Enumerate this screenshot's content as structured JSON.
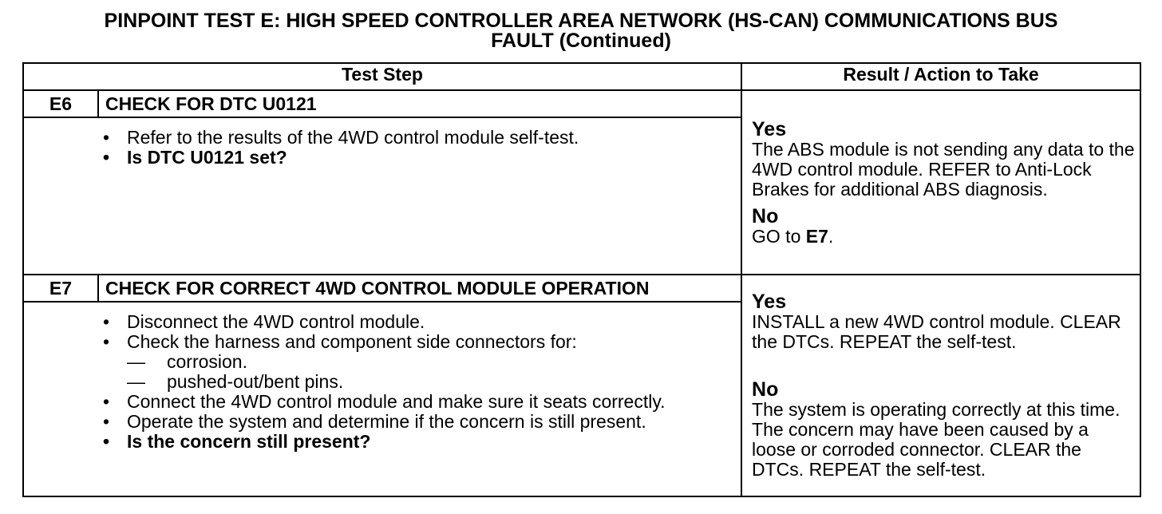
{
  "title": {
    "line1": "PINPOINT TEST  E: HIGH SPEED CONTROLLER AREA NETWORK (HS-CAN) COMMUNICATIONS BUS",
    "line2": "FAULT (Continued)"
  },
  "table": {
    "header": {
      "test_step": "Test Step",
      "result": "Result / Action to Take"
    },
    "steps": [
      {
        "id": "E6",
        "title": "CHECK FOR DTC U0121",
        "items": [
          {
            "text": "Refer to the results of the 4WD control module self-test."
          },
          {
            "text": "Is DTC U0121 set?"
          }
        ],
        "yes_label": "Yes",
        "yes_text": "The ABS module is not sending any data to the 4WD control module. REFER to Anti-Lock Brakes for additional ABS diagnosis.",
        "no_label": "No",
        "no_text_prefix": "GO to ",
        "no_text_ref": "E7",
        "no_text_suffix": "."
      },
      {
        "id": "E7",
        "title": "CHECK FOR CORRECT 4WD CONTROL MODULE OPERATION",
        "items": [
          {
            "text": "Disconnect the 4WD control module."
          },
          {
            "text": "Check the harness and component side connectors for:",
            "subs": [
              "corrosion.",
              "pushed-out/bent pins."
            ]
          },
          {
            "text": "Connect the 4WD control module and make sure it seats correctly."
          },
          {
            "text": "Operate the system and determine if the concern is still present."
          },
          {
            "text": "Is the concern still present?"
          }
        ],
        "yes_label": "Yes",
        "yes_text": "INSTALL a new 4WD control module. CLEAR the DTCs. REPEAT the self-test.",
        "no_label": "No",
        "no_text": "The system is operating correctly at this time. The concern may have been caused by a loose or corroded connector. CLEAR the DTCs. REPEAT the self-test."
      }
    ],
    "bullet_glyph": "•",
    "dash_glyph": "—"
  }
}
